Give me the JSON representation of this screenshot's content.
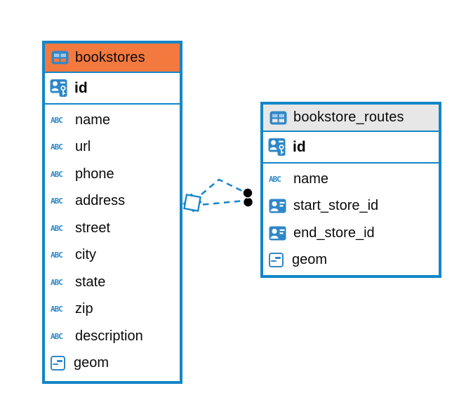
{
  "diagram": {
    "colors": {
      "border_blue": "#1486C8",
      "icon_blue": "#2F87C8",
      "icon_cell_light": "#A3C9E9",
      "bookstores_header_bg": "#F4793E",
      "routes_header_bg": "#E7E7E7",
      "relationship_dot": "#000000",
      "canvas_bg": "#FFFFFF"
    },
    "tables": [
      {
        "name": "bookstores",
        "primary_key": {
          "name": "id"
        },
        "columns": [
          {
            "name": "name",
            "type": "text"
          },
          {
            "name": "url",
            "type": "text"
          },
          {
            "name": "phone",
            "type": "text"
          },
          {
            "name": "address",
            "type": "text"
          },
          {
            "name": "street",
            "type": "text"
          },
          {
            "name": "city",
            "type": "text"
          },
          {
            "name": "state",
            "type": "text"
          },
          {
            "name": "zip",
            "type": "text"
          },
          {
            "name": "description",
            "type": "text"
          },
          {
            "name": "geom",
            "type": "geometry"
          }
        ]
      },
      {
        "name": "bookstore_routes",
        "primary_key": {
          "name": "id"
        },
        "columns": [
          {
            "name": "name",
            "type": "text"
          },
          {
            "name": "start_store_id",
            "type": "reference"
          },
          {
            "name": "end_store_id",
            "type": "reference"
          },
          {
            "name": "geom",
            "type": "geometry"
          }
        ]
      }
    ],
    "relationships": [
      {
        "from_table": "bookstore_routes",
        "to_table": "bookstores",
        "line_style": "dashed"
      },
      {
        "from_table": "bookstore_routes",
        "to_table": "bookstores",
        "line_style": "dashed"
      }
    ],
    "type_icon_label": "ABC"
  }
}
